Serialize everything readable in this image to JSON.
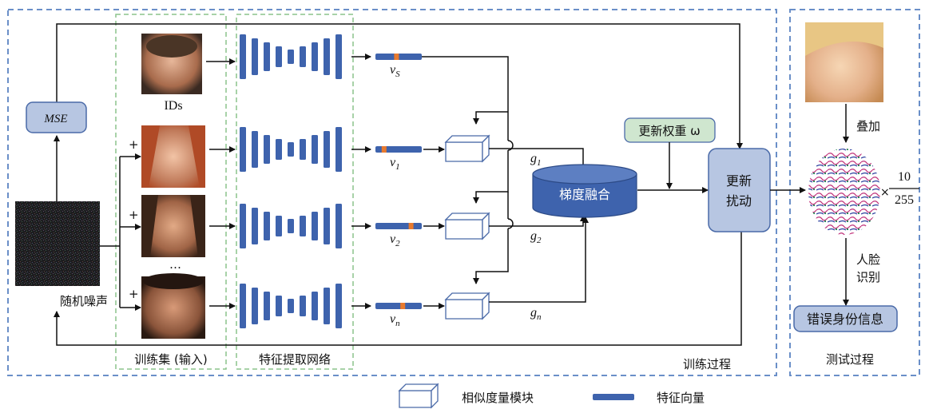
{
  "labels": {
    "mse": "MSE",
    "ids": "IDs",
    "noise": "随机噪声",
    "training_set": "训练集 (输入)",
    "feature_net": "特征提取网络",
    "training_process": "训练过程",
    "testing_process": "测试过程",
    "gradient_fusion": "梯度融合",
    "update_weight": "更新权重 ω",
    "update_perturb_line1": "更新",
    "update_perturb_line2": "扰动",
    "superimpose": "叠加",
    "face_rec_line1": "人脸",
    "face_rec_line2": "识别",
    "wrong_identity": "错误身份信息",
    "ellipsis": "…",
    "plus": "+",
    "scale_times": "×",
    "scale_num": "10",
    "scale_den": "255"
  },
  "vectors": {
    "vs": "v",
    "vs_sub": "S",
    "v1": "v",
    "v1_sub": "1",
    "v2": "v",
    "v2_sub": "2",
    "vn": "v",
    "vn_sub": "n"
  },
  "gradients": {
    "g1": "g",
    "g1_sub": "1",
    "g2": "g",
    "g2_sub": "2",
    "gn": "g",
    "gn_sub": "n"
  },
  "legend": {
    "similarity_module": "相似度量模块",
    "feature_vector": "特征向量"
  },
  "colors": {
    "dashed_blue": "#6a8fc8",
    "dashed_green": "#8cc48c",
    "net_blue": "#3e63ad",
    "box_fill": "#b7c6e2",
    "box_stroke": "#4a6aa8",
    "weight_fill": "#cfe6cf",
    "accent_orange": "#e87a2e"
  }
}
